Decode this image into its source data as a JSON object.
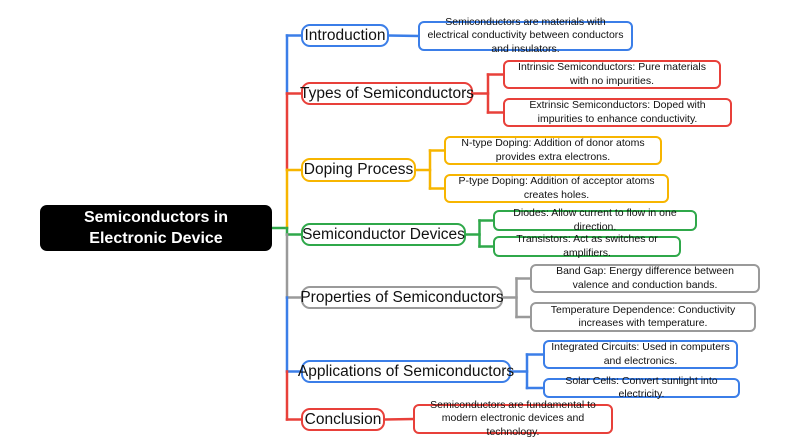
{
  "root": {
    "label": "Semiconductors in Electronic Device"
  },
  "colors": {
    "blue": "#3b7ee8",
    "red": "#e8403a",
    "yellow": "#f7b500",
    "green": "#2fa84a",
    "gray": "#9a9a9a",
    "root_bg": "#000000"
  },
  "topics": [
    {
      "label": "Introduction",
      "color": "#3b7ee8",
      "children": [
        "Semiconductors are materials with electrical conductivity between conductors and insulators."
      ]
    },
    {
      "label": "Types of Semiconductors",
      "color": "#e8403a",
      "children": [
        "Intrinsic Semiconductors: Pure materials with no impurities.",
        "Extrinsic Semiconductors: Doped with impurities to enhance conductivity."
      ]
    },
    {
      "label": "Doping Process",
      "color": "#f7b500",
      "children": [
        "N-type Doping: Addition of donor atoms provides extra electrons.",
        "P-type Doping: Addition of acceptor atoms creates holes."
      ]
    },
    {
      "label": "Semiconductor Devices",
      "color": "#2fa84a",
      "children": [
        "Diodes: Allow current to flow in one direction.",
        "Transistors: Act as switches or amplifiers."
      ]
    },
    {
      "label": "Properties of Semiconductors",
      "color": "#9a9a9a",
      "children": [
        "Band Gap: Energy difference between valence and conduction bands.",
        "Temperature Dependence: Conductivity increases with temperature."
      ]
    },
    {
      "label": "Applications of Semiconductors",
      "color": "#3b7ee8",
      "children": [
        "Integrated Circuits: Used in computers and electronics.",
        "Solar Cells: Convert sunlight into electricity."
      ]
    },
    {
      "label": "Conclusion",
      "color": "#e8403a",
      "children": [
        "Semiconductors are fundamental to modern electronic devices and technology."
      ]
    }
  ]
}
